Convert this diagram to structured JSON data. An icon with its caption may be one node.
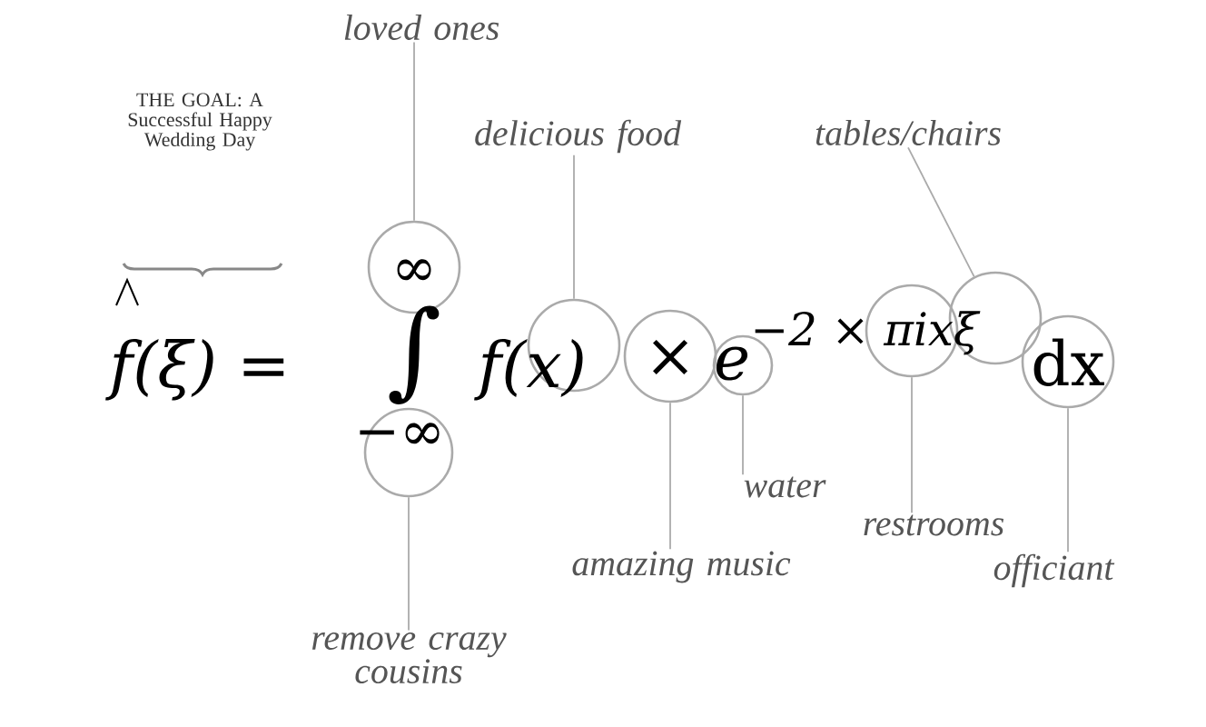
{
  "diagram": {
    "nodes": [
      {
        "text": [
          "loved ones"
        ]
      },
      {
        "text": [],
        "shape": "circle"
      },
      {
        "text": [
          "delicious food"
        ]
      },
      {
        "text": [],
        "shape": "circle"
      },
      {
        "text": [
          "tables/chairs"
        ]
      },
      {
        "text": [],
        "shape": "circle"
      },
      {
        "text": [],
        "shape": "circle"
      },
      {
        "text": [
          "remove crazy cousins"
        ]
      },
      {
        "text": [],
        "shape": "circle"
      },
      {
        "text": [
          "amazing music"
        ]
      },
      {
        "text": [],
        "shape": "circle"
      },
      {
        "text": [
          "water"
        ]
      },
      {
        "text": [],
        "shape": "circle"
      },
      {
        "text": [
          "restrooms"
        ]
      },
      {
        "text": [],
        "shape": "circle"
      },
      {
        "text": [
          "officiant"
        ]
      }
    ],
    "edges": [
      {
        "from": 0,
        "to": 1,
        "arrow": "none"
      },
      {
        "from": 2,
        "to": 3,
        "arrow": "none"
      },
      {
        "from": 4,
        "to": 5,
        "arrow": "none"
      },
      {
        "from": 7,
        "to": 6,
        "arrow": "none"
      },
      {
        "from": 9,
        "to": 8,
        "arrow": "none"
      },
      {
        "from": 11,
        "to": 10,
        "arrow": "none"
      },
      {
        "from": 13,
        "to": 12,
        "arrow": "none"
      },
      {
        "from": 15,
        "to": 14,
        "arrow": "none"
      }
    ],
    "labels": [
      "THE GOAL: A Successful Happy Wedding Day",
      "f(ξ) =",
      "∫",
      "∞",
      "−∞",
      "f(x)",
      "×",
      "e",
      "−2 × πixξ",
      "dx"
    ]
  }
}
